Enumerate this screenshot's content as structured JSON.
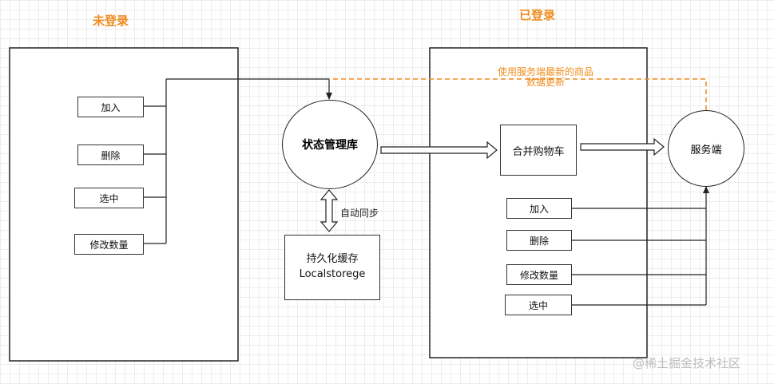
{
  "panels": {
    "logged_out": {
      "title": "未登录"
    },
    "logged_in": {
      "title": "已登录"
    }
  },
  "logged_out_actions": [
    "加入",
    "删除",
    "选中",
    "修改数量"
  ],
  "logged_in_actions": [
    "加入",
    "删除",
    "修改数量",
    "选中"
  ],
  "state_store": {
    "label": "状态管理库"
  },
  "sync_label": "自动同步",
  "persist_cache": {
    "line1": "持久化缓存",
    "line2": "Localstorege"
  },
  "merge_cart": {
    "label": "合并购物车"
  },
  "server": {
    "label": "服务端"
  },
  "server_note": {
    "line1": "使用服务端最新的商品",
    "line2": "数据更新"
  },
  "watermark": "@稀土掘金技术社区",
  "colors": {
    "accent": "#f08c1e",
    "line": "#222222",
    "grid": "#ededed"
  }
}
